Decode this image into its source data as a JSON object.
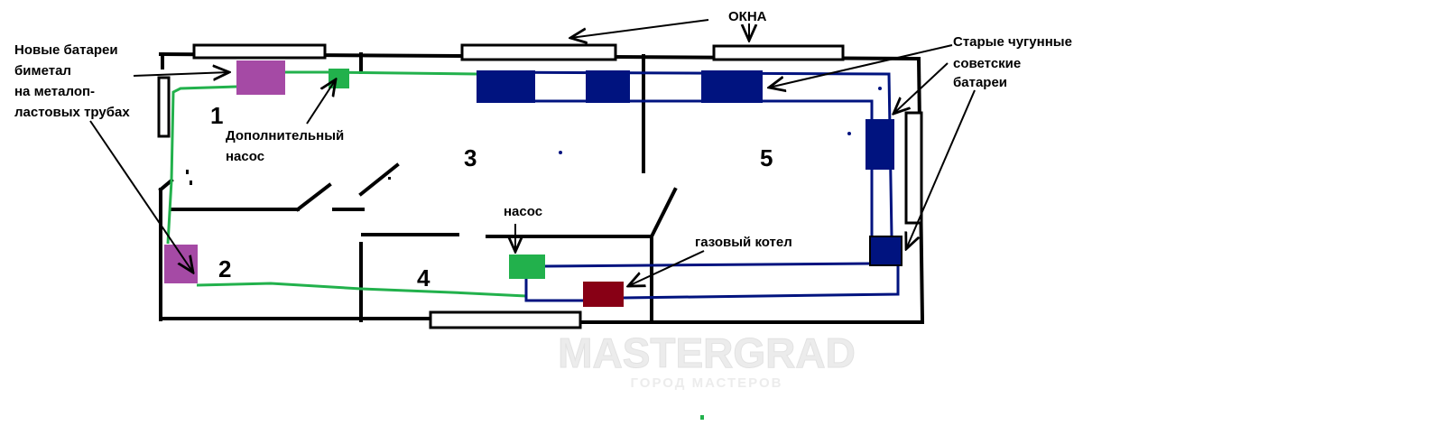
{
  "labels": {
    "windows": "ОКНА",
    "new_radiators": [
      "Новые батареи",
      "биметал",
      "на металоп-",
      "ластовых трубах"
    ],
    "old_radiators": [
      "Старые чугунные",
      "советские",
      "батареи"
    ],
    "extra_pump": [
      "Дополнительный",
      "насос"
    ],
    "pump": "насос",
    "boiler": "газовый котел"
  },
  "rooms": [
    "1",
    "2",
    "3",
    "4",
    "5"
  ],
  "watermark": {
    "main": "MASTERGRAD",
    "sub": "ГОРОД МАСТЕРОВ"
  },
  "colors": {
    "new_radiator": "#a54aa5",
    "old_radiator": "#00137f",
    "pump": "#22b14c",
    "boiler": "#880015",
    "green_pipe": "#22b14c",
    "blue_pipe": "#00137f",
    "walls": "#000000"
  }
}
